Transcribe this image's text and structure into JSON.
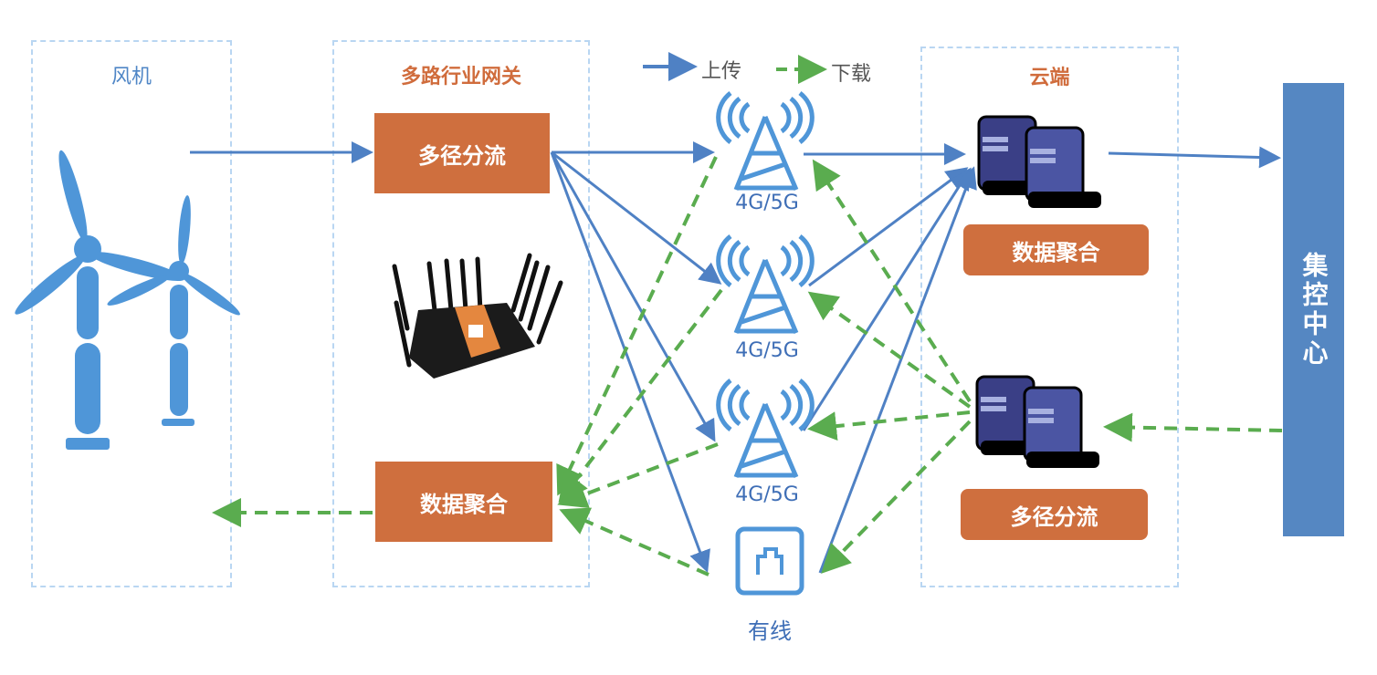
{
  "legend": {
    "upload": "上传",
    "download": "下载"
  },
  "zones": {
    "turbine": {
      "title": "风机"
    },
    "gateway": {
      "title": "多路行业网关"
    },
    "cloud": {
      "title": "云端"
    }
  },
  "gateway": {
    "split": "多径分流",
    "aggregate": "数据聚合"
  },
  "cloud": {
    "aggregate": "数据聚合",
    "split": "多径分流"
  },
  "links": [
    {
      "label": "4G/5G",
      "type": "cellular"
    },
    {
      "label": "4G/5G",
      "type": "cellular"
    },
    {
      "label": "4G/5G",
      "type": "cellular"
    },
    {
      "label": "有线",
      "type": "wired"
    }
  ],
  "control_center": {
    "label": "集控中心"
  },
  "colors": {
    "upload": "#4f81c4",
    "download": "#5aac4f",
    "box": "#cf6f3e",
    "zone": "#b9d6f2",
    "icon": "#4f96d8"
  }
}
